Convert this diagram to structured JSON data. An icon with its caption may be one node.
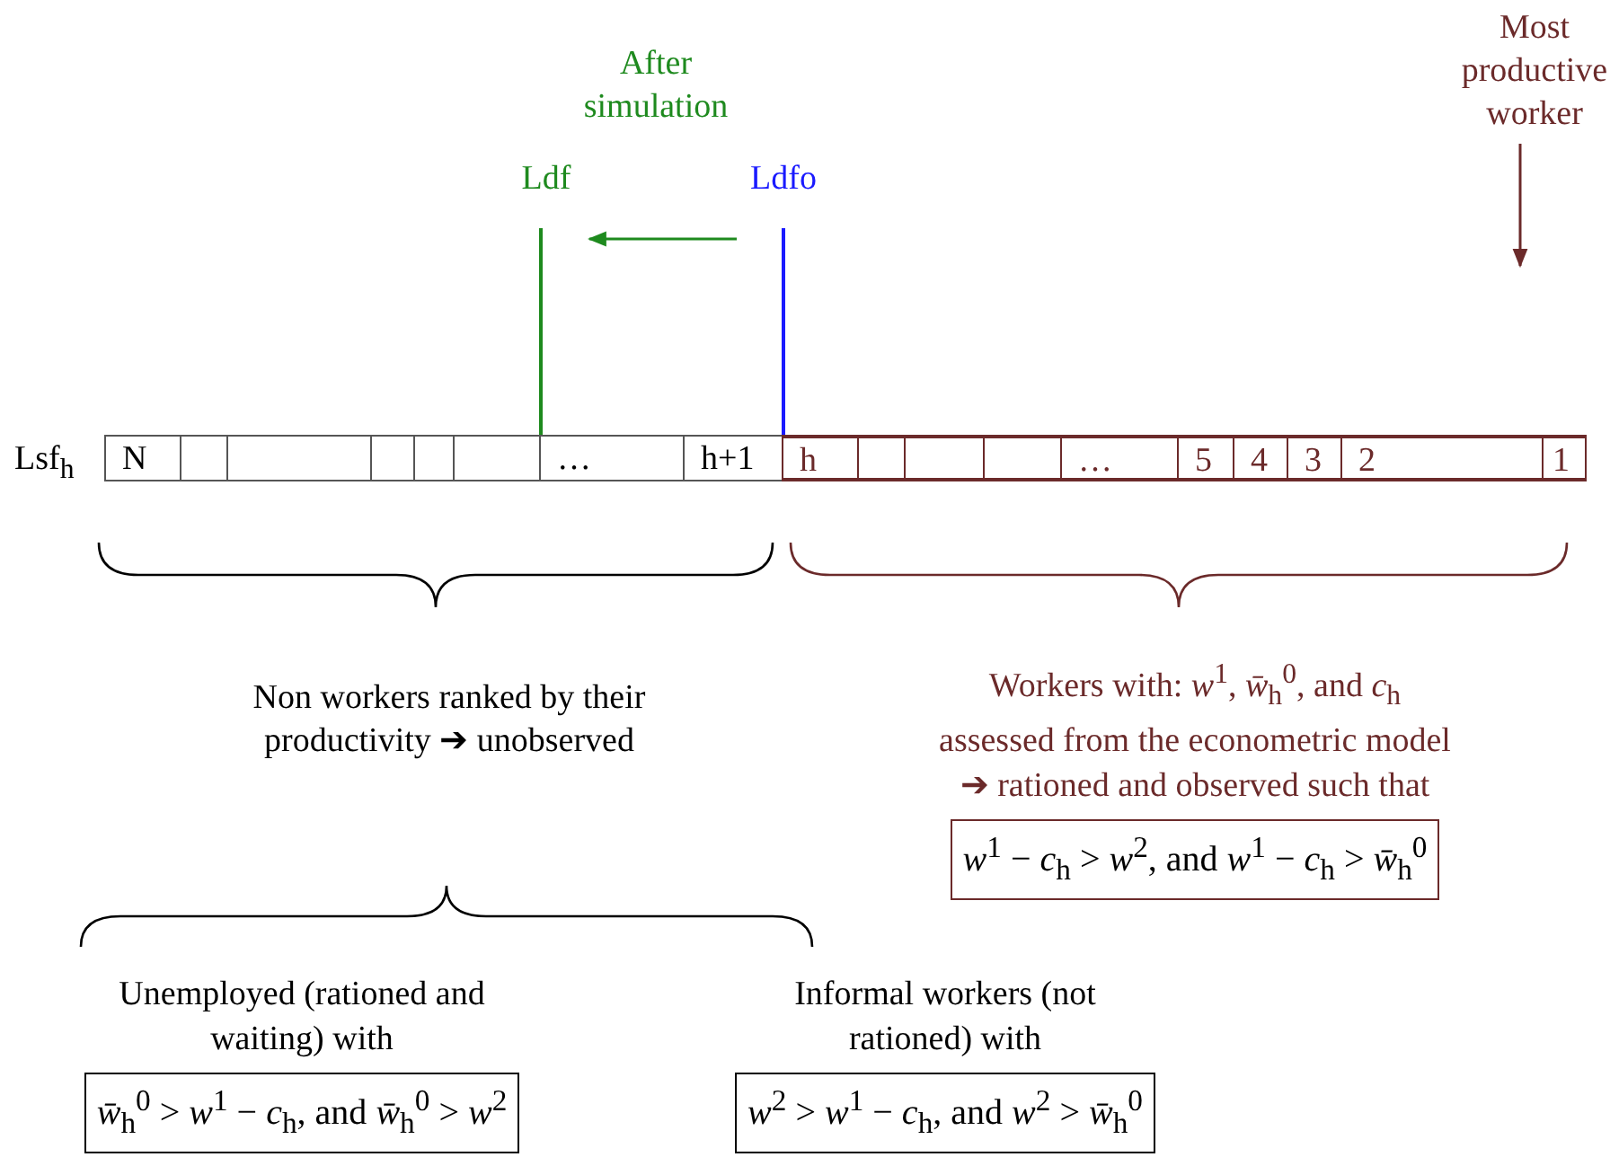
{
  "diagram": {
    "nodes": [
      {
        "text": [
          "Ldf"
        ]
      },
      {
        "text": [
          "Ldfo"
        ]
      },
      {
        "text": [
          "Most productive worker"
        ]
      },
      {
        "text": [
          "N"
        ]
      },
      {
        "text": [],
        "shape": "box"
      },
      {
        "text": [],
        "shape": "box"
      },
      {
        "text": [],
        "shape": "box"
      },
      {
        "text": [],
        "shape": "box"
      },
      {
        "text": [],
        "shape": "box"
      },
      {
        "text": [
          "…"
        ]
      },
      {
        "text": [
          "h+1"
        ]
      },
      {
        "text": [
          "h"
        ]
      },
      {
        "text": [],
        "shape": "box"
      },
      {
        "text": [],
        "shape": "box"
      },
      {
        "text": [],
        "shape": "box"
      },
      {
        "text": [
          "…"
        ]
      },
      {
        "text": [
          "5"
        ]
      },
      {
        "text": [
          "4"
        ]
      },
      {
        "text": [
          "3"
        ]
      },
      {
        "text": [
          "2"
        ]
      },
      {
        "text": [
          "1"
        ]
      },
      {
        "text": [
          "Workers with: *w*$^{1}$, *w̄*$_{h}$$^{0}$, and *c*$_{h}$ assessed from the econometric model ➔ rationed and observed such that",
          "*w*$^{1}$ − *c*$_{h}$ > *w*$^{2}$,  and  *w*$^{1}$ − *c*$_{h}$ > *w̄*$_{h}$$^{0}$"
        ]
      },
      {
        "text": [
          "Unemployed (rationed and waiting) with",
          "*w̄*$_{h}$$^{0}$ > *w*$^{1}$ − *c*$_{h}$,  and  *w̄*$_{h}$$^{0}$ > *w*$^{2}$"
        ]
      },
      {
        "text": [
          "Informal workers (not rationed) with",
          "*w*$^{2}$ > *w*$^{1}$ − *c*$_{h}$,  and  *w*$^{2}$ > *w̄*$_{h}$$^{0}$"
        ]
      }
    ],
    "edges": [
      {
        "from": 1,
        "to": 0,
        "arrow": "to",
        "color": "#1e8a1e"
      },
      {
        "from": 2,
        "to": null,
        "arrow": "to",
        "color": "#6b2a2a"
      }
    ],
    "labels": [
      "After simulation",
      "Lsf$_{h}$",
      "Non workers ranked by their productivity ➔ unobserved"
    ]
  }
}
